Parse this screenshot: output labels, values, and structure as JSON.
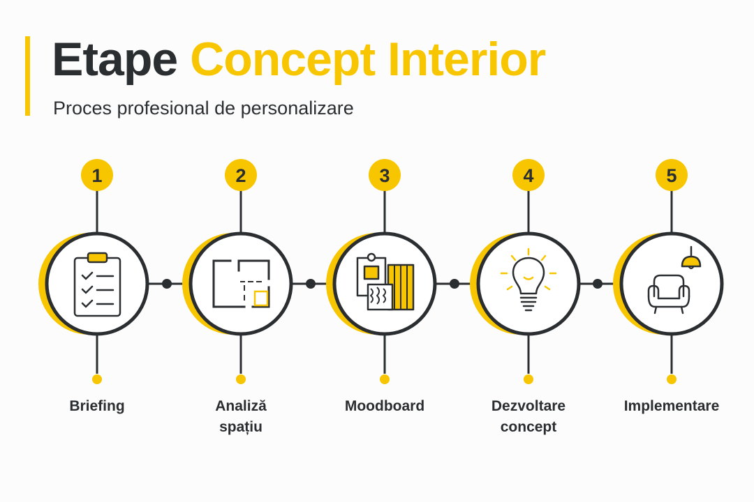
{
  "header": {
    "title_dark": "Etape",
    "title_accent": "Concept Interior",
    "subtitle": "Proces profesional de personalizare"
  },
  "colors": {
    "accent": "#f7c600",
    "dark": "#2b2e31",
    "background": "#fcfcfc"
  },
  "steps": [
    {
      "number": "1",
      "line1": "Briefing",
      "line2": "",
      "icon": "clipboard-checklist-icon"
    },
    {
      "number": "2",
      "line1": "Analiză",
      "line2": "spațiu",
      "icon": "floor-plan-icon"
    },
    {
      "number": "3",
      "line1": "Moodboard",
      "line2": "",
      "icon": "moodboard-swatches-icon"
    },
    {
      "number": "4",
      "line1": "Dezvoltare",
      "line2": "concept",
      "icon": "lightbulb-icon"
    },
    {
      "number": "5",
      "line1": "Implementare",
      "line2": "",
      "icon": "armchair-lamp-icon"
    }
  ]
}
